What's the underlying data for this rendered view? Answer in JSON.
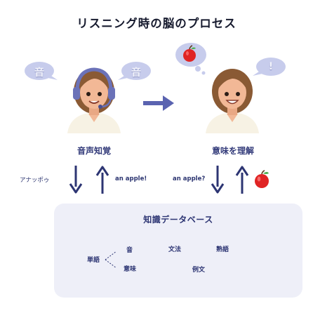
{
  "title": "リスニング時の脳のプロセス",
  "left_bubble_1": "音",
  "left_bubble_2": "音",
  "right_bubble": "!",
  "label_left": "音声知覚",
  "label_right": "意味を理解",
  "text_a": "アナッポゥ",
  "text_b": "an apple!",
  "text_c": "an apple?",
  "knowledge_base": {
    "title": "知識データベース",
    "word": "単語",
    "sound": "音",
    "meaning": "意味",
    "grammar": "文法",
    "idiom": "熟語",
    "example": "例文"
  },
  "colors": {
    "navy": "#2d3573",
    "panel": "#eeeff8",
    "bubble": "#c7ccec",
    "apple": "#e02424",
    "skin": "#f2b896",
    "hair": "#8a5a34",
    "shirt": "#f7f2e4",
    "headset": "#6b72b8"
  }
}
